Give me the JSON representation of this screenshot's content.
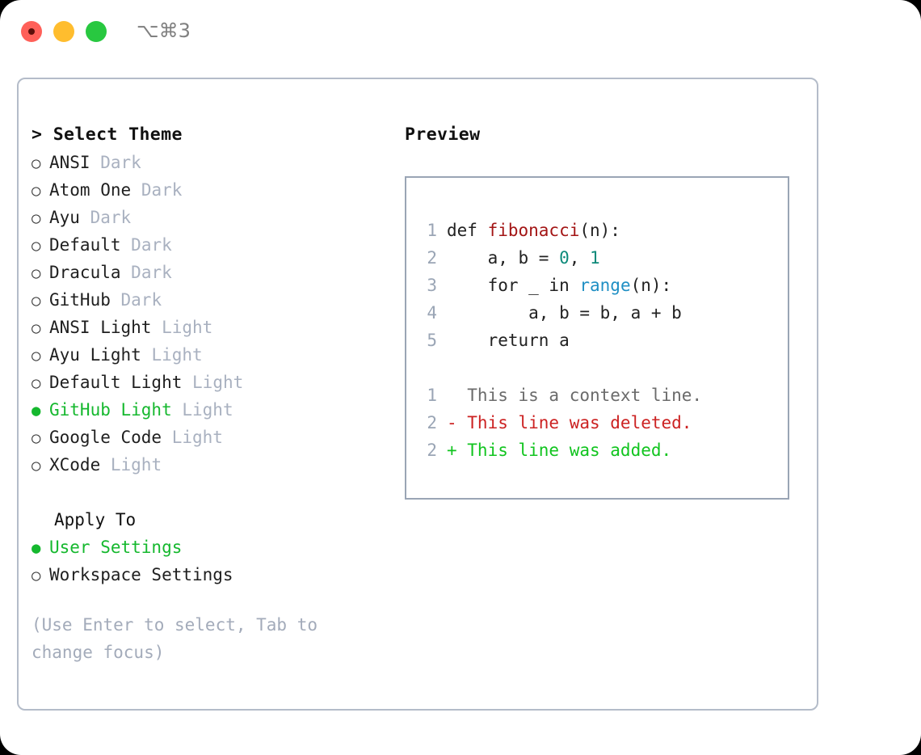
{
  "titlebar": {
    "shortcut": "⌥⌘3",
    "buttons": {
      "close": "close",
      "minimize": "minimize",
      "maximize": "maximize"
    },
    "colors": {
      "close": "#ff6059",
      "minimize": "#ffbd2e",
      "maximize": "#28c840"
    }
  },
  "theme_picker": {
    "header": "> Select Theme",
    "marker_selected": "●",
    "marker_unselected": "○",
    "items": [
      {
        "name": "ANSI",
        "tag": "Dark",
        "selected": false
      },
      {
        "name": "Atom One",
        "tag": "Dark",
        "selected": false
      },
      {
        "name": "Ayu",
        "tag": "Dark",
        "selected": false
      },
      {
        "name": "Default",
        "tag": "Dark",
        "selected": false
      },
      {
        "name": "Dracula",
        "tag": "Dark",
        "selected": false
      },
      {
        "name": "GitHub",
        "tag": "Dark",
        "selected": false
      },
      {
        "name": "ANSI Light",
        "tag": "Light",
        "selected": false
      },
      {
        "name": "Ayu Light",
        "tag": "Light",
        "selected": false
      },
      {
        "name": "Default Light",
        "tag": "Light",
        "selected": false
      },
      {
        "name": "GitHub Light",
        "tag": "Light",
        "selected": true
      },
      {
        "name": "Google Code",
        "tag": "Light",
        "selected": false
      },
      {
        "name": "XCode",
        "tag": "Light",
        "selected": false
      }
    ]
  },
  "apply_to": {
    "header": "Apply To",
    "items": [
      {
        "name": "User Settings",
        "selected": true
      },
      {
        "name": "Workspace Settings",
        "selected": false
      }
    ]
  },
  "hint": "(Use Enter to select, Tab to change focus)",
  "preview": {
    "header": "Preview",
    "code_lines": [
      {
        "lineno": "1",
        "tokens": [
          {
            "text": "def ",
            "type": "plain"
          },
          {
            "text": "fibonacci",
            "type": "fn"
          },
          {
            "text": "(n):",
            "type": "plain"
          }
        ]
      },
      {
        "lineno": "2",
        "tokens": [
          {
            "text": "    a, b = ",
            "type": "plain"
          },
          {
            "text": "0",
            "type": "num"
          },
          {
            "text": ", ",
            "type": "plain"
          },
          {
            "text": "1",
            "type": "num"
          }
        ]
      },
      {
        "lineno": "3",
        "tokens": [
          {
            "text": "    for _ in ",
            "type": "plain"
          },
          {
            "text": "range",
            "type": "call"
          },
          {
            "text": "(n):",
            "type": "plain"
          }
        ]
      },
      {
        "lineno": "4",
        "tokens": [
          {
            "text": "        a, b = b, a + b",
            "type": "plain"
          }
        ]
      },
      {
        "lineno": "5",
        "tokens": [
          {
            "text": "    return a",
            "type": "plain"
          }
        ]
      }
    ],
    "diff_lines": [
      {
        "lineno": "1",
        "marker": " ",
        "text": "  This is a context line.",
        "kind": "context"
      },
      {
        "lineno": "2",
        "marker": "-",
        "text": "- This line was deleted.",
        "kind": "deleted"
      },
      {
        "lineno": "2",
        "marker": "+",
        "text": "+ This line was added.",
        "kind": "added"
      }
    ],
    "colors": {
      "function": "#a31515",
      "number": "#0d8a7a",
      "call": "#1f8fc4",
      "context": "#6b6b6b",
      "deleted": "#cc2222",
      "added": "#11c41f",
      "lineno": "#9aa5b5"
    }
  },
  "accent": {
    "selected_green": "#15b82e",
    "muted": "#a9b1c0",
    "border": "#b4bcc9"
  }
}
